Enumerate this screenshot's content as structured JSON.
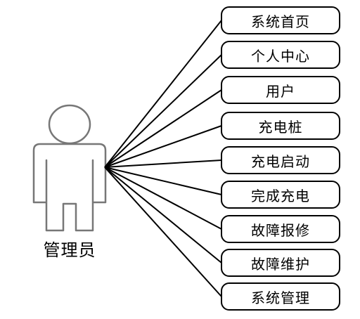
{
  "actor": {
    "name": "管理员",
    "icon": "stick-figure-actor-icon"
  },
  "use_cases": [
    "系统首页",
    "个人中心",
    "用户",
    "充电桩",
    "充电启动",
    "完成充电",
    "故障报修",
    "故障维护",
    "系统管理"
  ]
}
